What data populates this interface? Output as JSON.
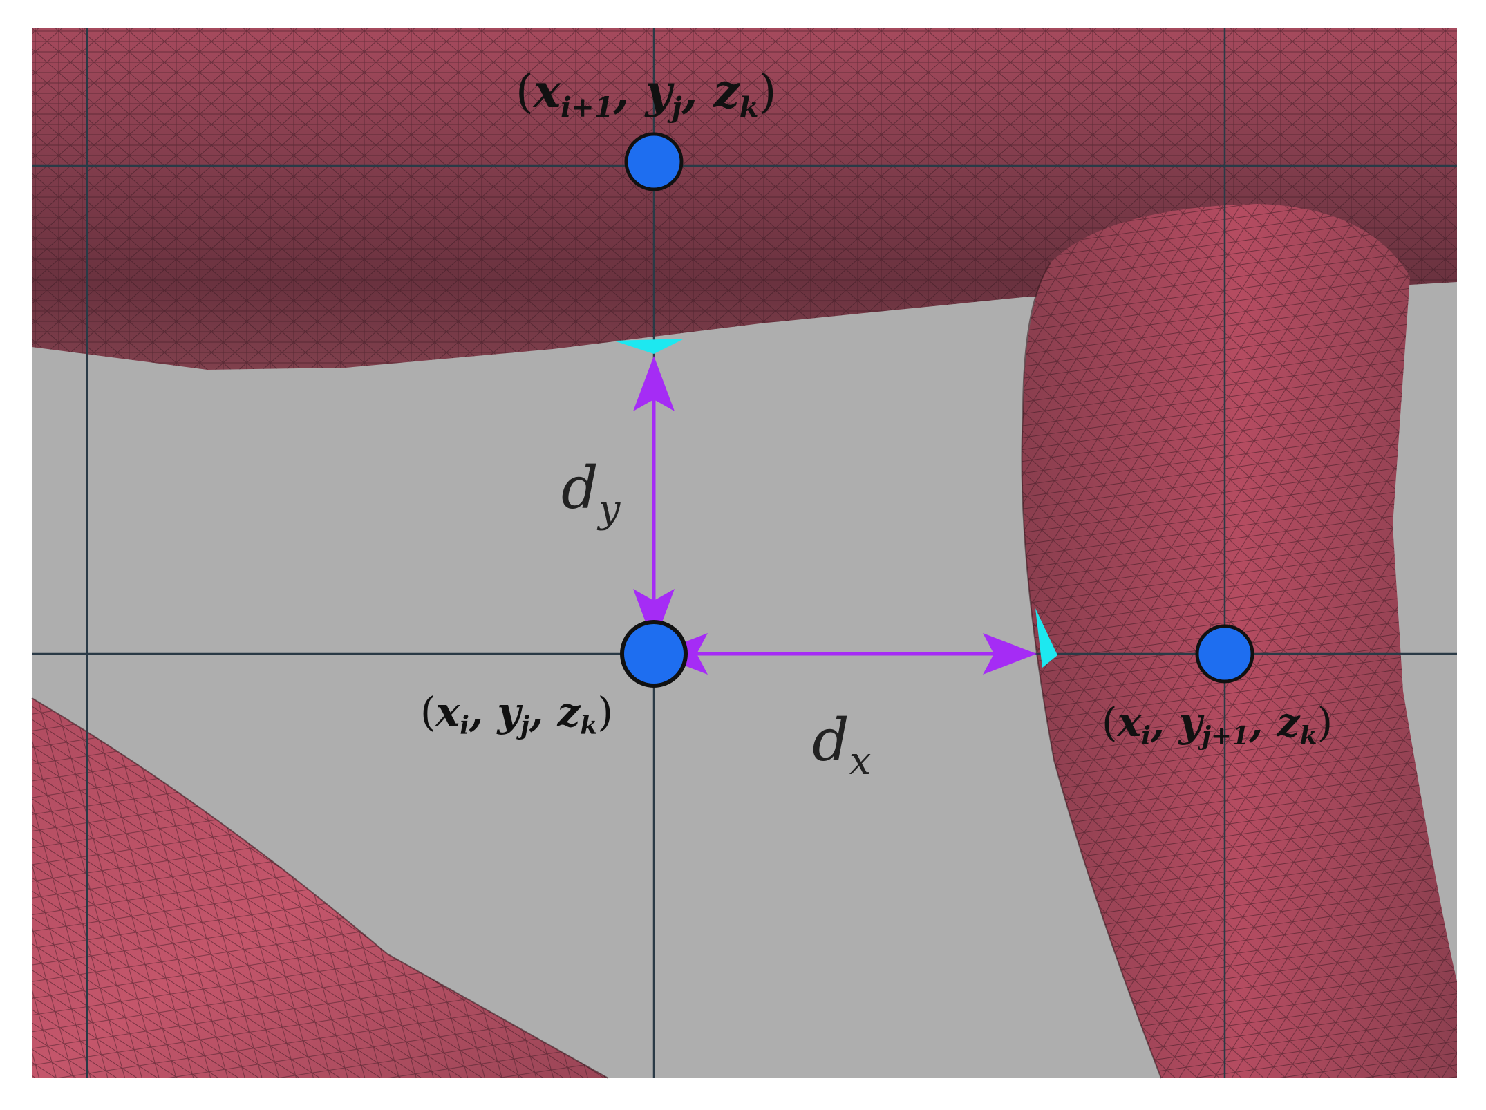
{
  "labels": {
    "point_top": {
      "open": "(",
      "x": "x",
      "x_sub": "i+1",
      "sep1": ", ",
      "y": "y",
      "y_sub": "j",
      "sep2": ", ",
      "z": "z",
      "z_sub": "k",
      "close": ")"
    },
    "point_center": {
      "open": "(",
      "x": "x",
      "x_sub": "i",
      "sep1": ", ",
      "y": "y",
      "y_sub": "j",
      "sep2": ", ",
      "z": "z",
      "z_sub": "k",
      "close": ")"
    },
    "point_right": {
      "open": "(",
      "x": "x",
      "x_sub": "i",
      "sep1": ", ",
      "y": "y",
      "y_sub": "j+1",
      "sep2": ", ",
      "z": "z",
      "z_sub": "k",
      "close": ")"
    },
    "dy": {
      "base": "d",
      "sub": "y"
    },
    "dx": {
      "base": "d",
      "sub": "x"
    }
  },
  "colors": {
    "background": "#aeaeae",
    "mesh_light": "#c45268",
    "mesh_mid": "#a8495c",
    "mesh_dark": "#6e3442",
    "mesh_line": "#3a1a22",
    "grid_line": "#2a3a46",
    "grid_point": "#1e6ef0",
    "arrow": "#a52cf5",
    "marker": "#1de8f0"
  }
}
